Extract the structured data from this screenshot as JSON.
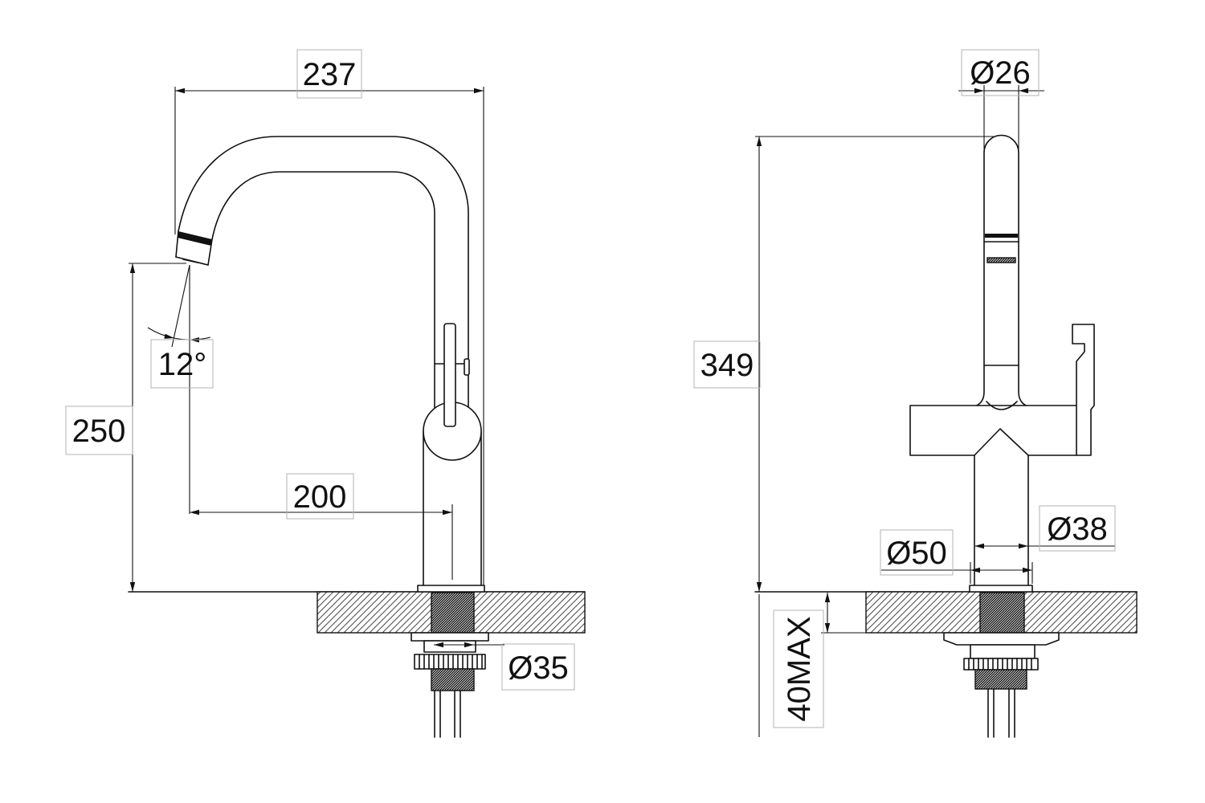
{
  "side_view": {
    "reach": "237",
    "spout_height": "250",
    "spout_angle": "12°",
    "spout_offset": "200",
    "shank_diameter": "Ø35"
  },
  "front_view": {
    "spout_diameter": "Ø26",
    "total_height": "349",
    "body_diameter": "Ø38",
    "base_diameter": "Ø50",
    "max_counter_thickness": "40MAX"
  }
}
